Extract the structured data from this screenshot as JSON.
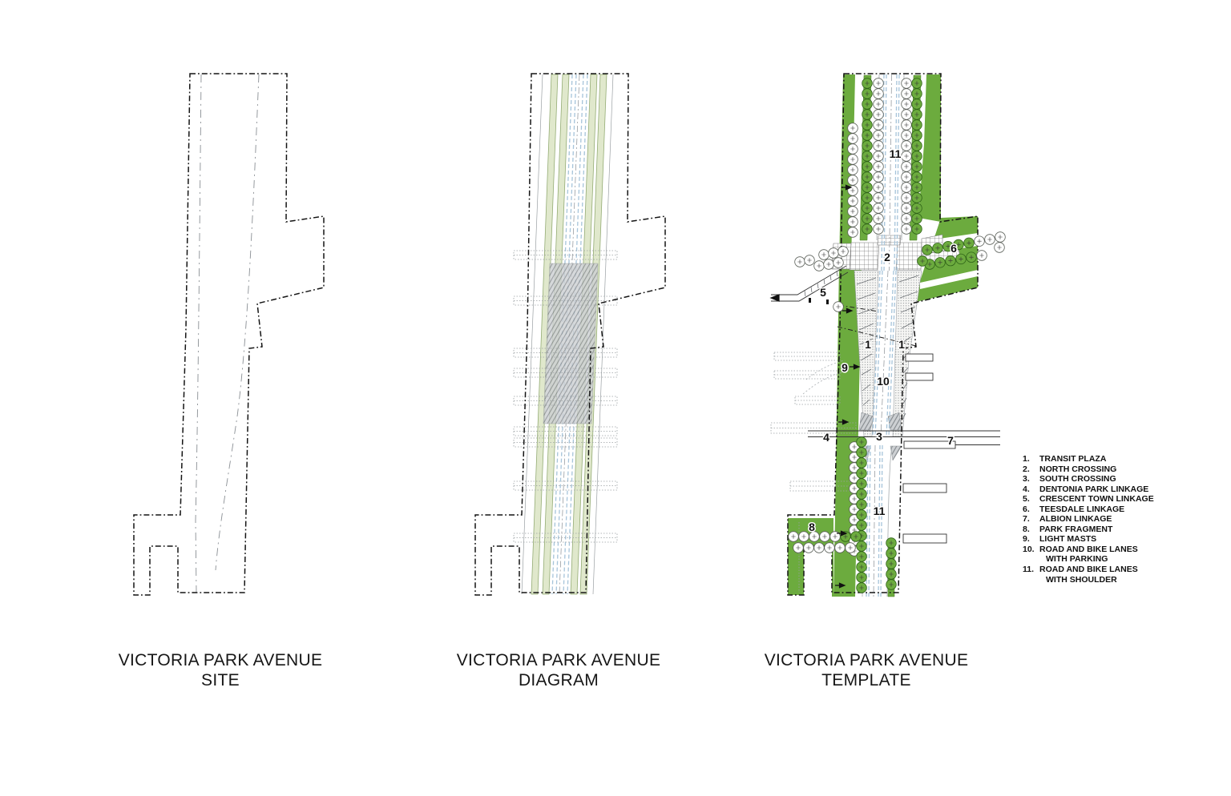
{
  "titles": [
    {
      "line1": "VICTORIA PARK AVENUE",
      "line2": "SITE"
    },
    {
      "line1": "VICTORIA PARK AVENUE",
      "line2": "DIAGRAM"
    },
    {
      "line1": "VICTORIA PARK AVENUE",
      "line2": "TEMPLATE"
    }
  ],
  "legend": {
    "items": [
      {
        "num": "1.",
        "label": "TRANSIT PLAZA"
      },
      {
        "num": "2.",
        "label": "NORTH CROSSING"
      },
      {
        "num": "3.",
        "label": "SOUTH CROSSING"
      },
      {
        "num": "4.",
        "label": "DENTONIA PARK LINKAGE"
      },
      {
        "num": "5.",
        "label": "CRESCENT TOWN LINKAGE"
      },
      {
        "num": "6.",
        "label": "TEESDALE LINKAGE"
      },
      {
        "num": "7.",
        "label": "ALBION LINKAGE"
      },
      {
        "num": "8.",
        "label": "PARK FRAGMENT"
      },
      {
        "num": "9.",
        "label": "LIGHT MASTS"
      },
      {
        "num": "10.",
        "label": "ROAD AND BIKE LANES",
        "label2": "WITH PARKING"
      },
      {
        "num": "11.",
        "label": "ROAD AND BIKE LANES",
        "label2": "WITH SHOULDER"
      }
    ]
  },
  "plan_labels": {
    "road_shoulder_top": "11",
    "north_crossing": "2",
    "teesdale": "6",
    "crescent": "5",
    "transit_plaza_left": "1",
    "transit_plaza_right": "1",
    "light_masts": "9",
    "road_parking": "10",
    "dentonia": "4",
    "south_crossing": "3",
    "albion": "7",
    "road_shoulder_bottom": "11",
    "park_fragment": "8"
  },
  "colors": {
    "site_green": "#6CAB3E",
    "pale_green": "#E0E8CC",
    "lane_blue": "#A6C4DA",
    "hatch_gray": "#CDD0D3",
    "outline": "#141414"
  }
}
